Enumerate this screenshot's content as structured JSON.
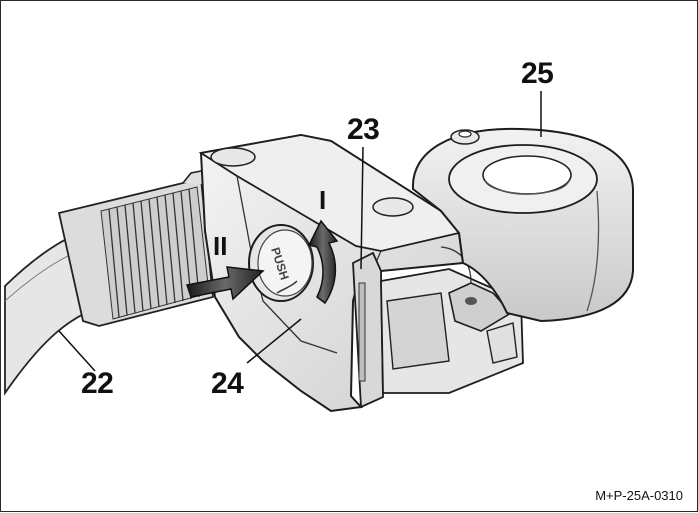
{
  "figure": {
    "callouts": {
      "belt": "22",
      "latch": "23",
      "release_button": "24",
      "mount_ring": "25"
    },
    "steps": {
      "rotate": "I",
      "press": "II"
    },
    "button_text": "PUSH",
    "reference_code": "M+P-25A-0310"
  }
}
